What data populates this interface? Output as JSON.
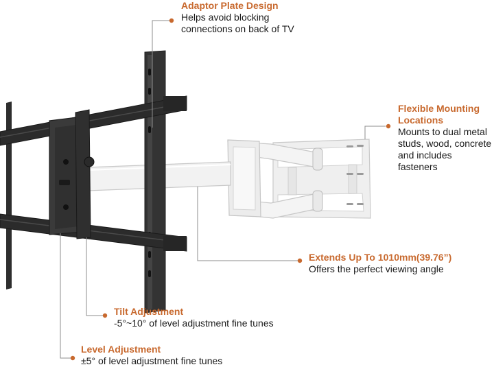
{
  "accent_color": "#c8692e",
  "callouts": {
    "adaptor": {
      "title": "Adaptor Plate Design",
      "desc_line1": "Helps avoid blocking",
      "desc_line2": "connections on back of TV"
    },
    "flexible": {
      "title_line1": "Flexible Mounting",
      "title_line2": "Locations",
      "desc_line1": "Mounts to dual metal",
      "desc_line2": "studs, wood, concrete",
      "desc_line3": "and includes fasteners"
    },
    "extends": {
      "title": "Extends Up To 1010mm(39.76”)",
      "desc": "Offers the perfect viewing angle"
    },
    "tilt": {
      "title": "Tilt Adjustment",
      "desc": "-5°~10° of level adjustment fine tunes"
    },
    "level": {
      "title": "Level Adjustment",
      "desc": "±5° of level adjustment fine tunes"
    }
  }
}
